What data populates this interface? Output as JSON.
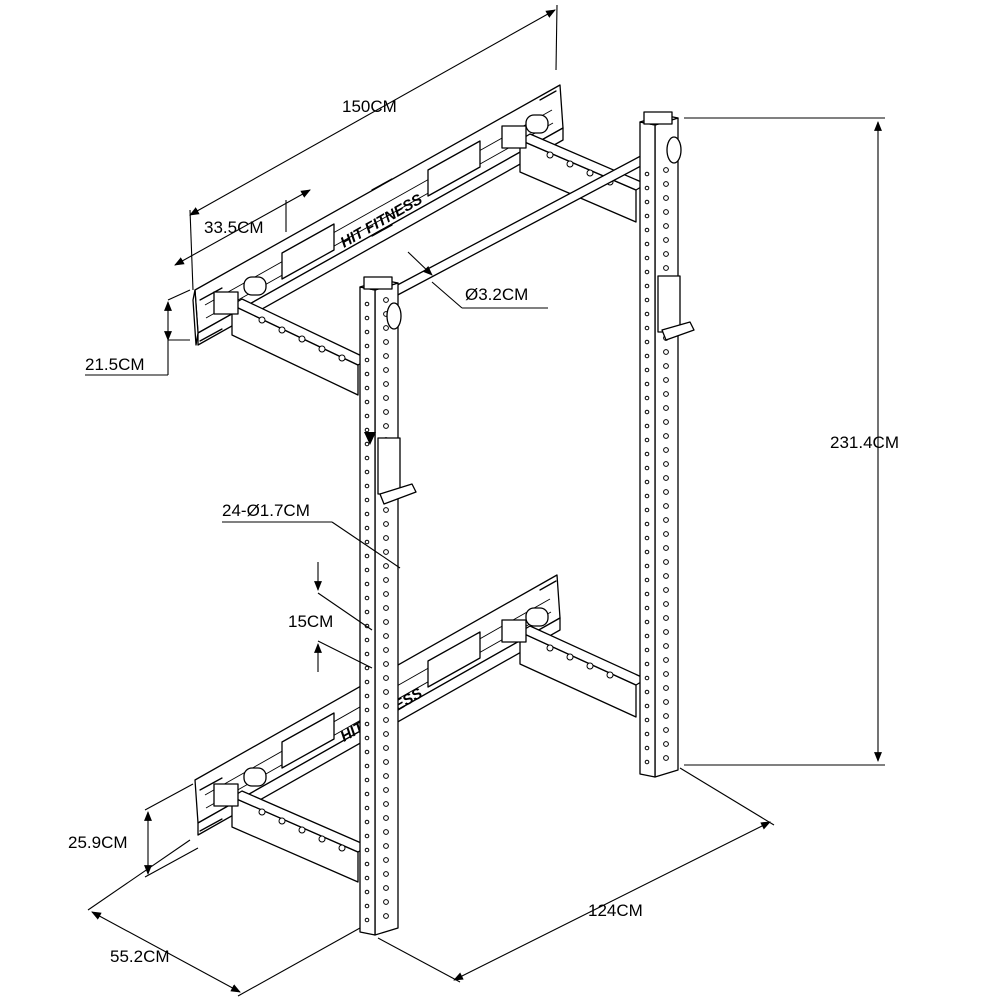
{
  "brand": "HIT FITNESS",
  "dimensions": {
    "plate_width": "150CM",
    "plate_inner": "33.5CM",
    "plate_height_top": "21.5CM",
    "bar_diameter": "Ø3.2CM",
    "total_height": "231.4CM",
    "hole_spec": "24-Ø1.7CM",
    "hole_spacing": "15CM",
    "plate_height_bottom": "25.9CM",
    "rack_width": "124CM",
    "rack_depth": "55.2CM"
  }
}
